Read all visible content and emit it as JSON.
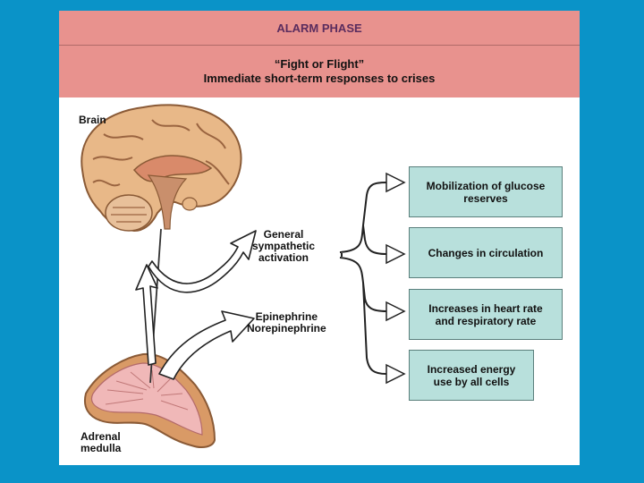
{
  "header": {
    "phase": "ALARM PHASE",
    "subtitle_line1": "“Fight or Flight”",
    "subtitle_line2": "Immediate short-term responses to crises"
  },
  "labels": {
    "brain": "Brain",
    "sympathetic_1": "General",
    "sympathetic_2": "sympathetic",
    "sympathetic_3": "activation",
    "hormones_1": "Epinephrine",
    "hormones_2": "Norepinephrine",
    "adrenal_1": "Adrenal",
    "adrenal_2": "medulla"
  },
  "responses": [
    {
      "line1": "Mobilization of glucose",
      "line2": "reserves"
    },
    {
      "line1": "Changes in circulation",
      "line2": ""
    },
    {
      "line1": "Increases in heart rate",
      "line2": "and respiratory rate"
    },
    {
      "line1": "Increased energy",
      "line2": "use by all cells"
    }
  ],
  "colors": {
    "background": "#0a93c8",
    "header_band": "#e8928e",
    "response_box": "#b8e0dc"
  }
}
